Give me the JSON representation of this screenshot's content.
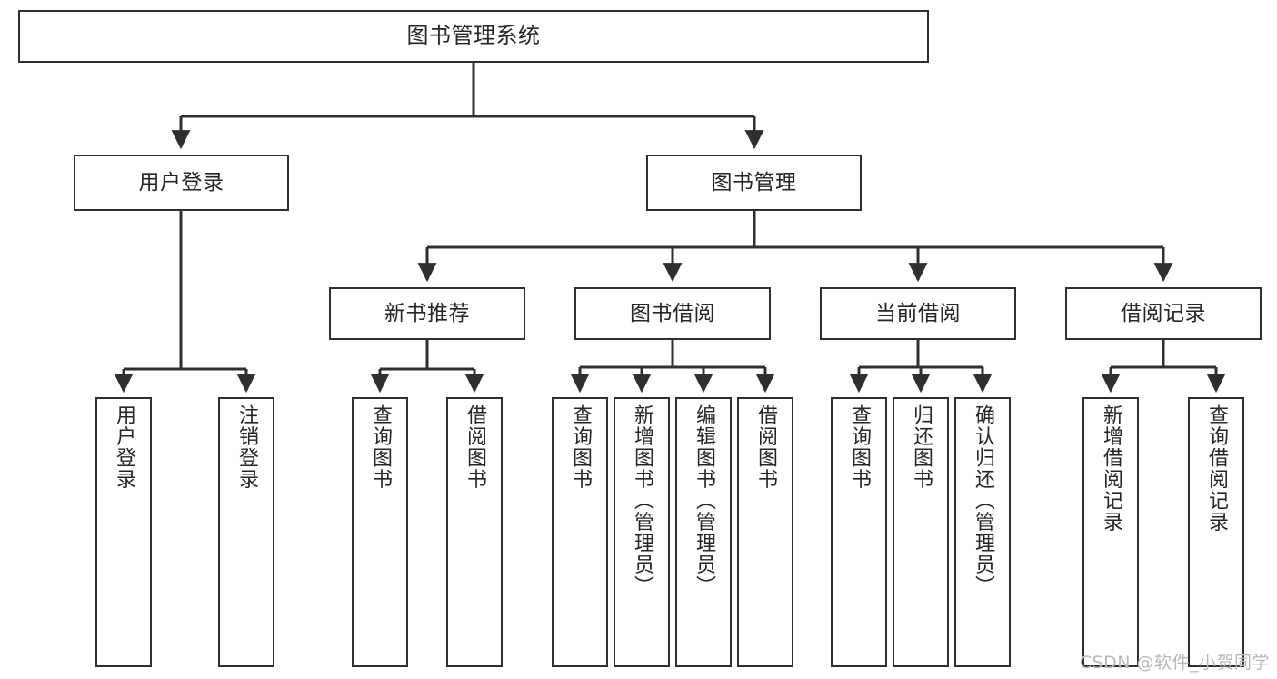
{
  "diagram": {
    "title": "图书管理系统",
    "type": "tree",
    "colors": {
      "box_border": "#2f2f2f",
      "box_fill": "#ffffff",
      "edge": "#2f2f2f",
      "text": "#262626",
      "background": "#ffffff",
      "watermark": "#b9b9b9"
    },
    "root": {
      "label": "图书管理系统"
    },
    "level2": [
      {
        "label": "用户登录"
      },
      {
        "label": "图书管理"
      }
    ],
    "level3": [
      {
        "label": "新书推荐"
      },
      {
        "label": "图书借阅"
      },
      {
        "label": "当前借阅"
      },
      {
        "label": "借阅记录"
      }
    ],
    "leaves_user_login": [
      {
        "label": "用户登录"
      },
      {
        "label": "注销登录"
      }
    ],
    "leaves_new_books": [
      {
        "label": "查询图书"
      },
      {
        "label": "借阅图书"
      }
    ],
    "leaves_borrow": [
      {
        "label": "查询图书"
      },
      {
        "label": "新增图书（管理员）"
      },
      {
        "label": "编辑图书（管理员）"
      },
      {
        "label": "借阅图书"
      }
    ],
    "leaves_current": [
      {
        "label": "查询图书"
      },
      {
        "label": "归还图书"
      },
      {
        "label": "确认归还（管理员）"
      }
    ],
    "leaves_records": [
      {
        "label": "新增借阅记录"
      },
      {
        "label": "查询借阅记录"
      }
    ],
    "watermark": "CSDN @软件_小贺同学"
  }
}
